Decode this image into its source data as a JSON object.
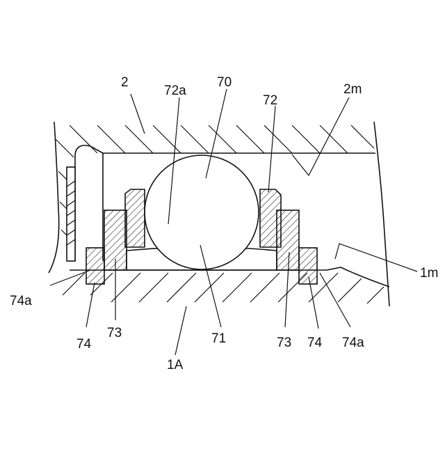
{
  "labels": {
    "l2": "2",
    "l72a": "72a",
    "l70": "70",
    "l72": "72",
    "l2m": "2m",
    "l1m": "1m",
    "l74a_left": "74a",
    "l74_left": "74",
    "l73_left": "73",
    "l71": "71",
    "l73_right": "73",
    "l74_right": "74",
    "l74a_right": "74a",
    "l1A": "1A"
  }
}
